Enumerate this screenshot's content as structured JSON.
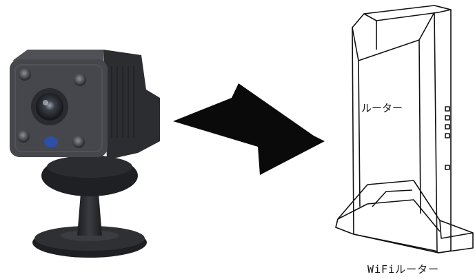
{
  "router": {
    "front_label": "ルーター",
    "caption": "WiFiルーター"
  },
  "icons": {
    "camera": "mini-wifi-camera-image",
    "signal": "lightning-bolt-icon",
    "router": "wifi-router-line-drawing"
  },
  "colors": {
    "background": "#ffffff",
    "bolt": "#0a0a0a",
    "camera_body": "#3a3b3f",
    "camera_front": "#4a4b50",
    "camera_ir_led": "#2d4fa8",
    "router_outline": "#111111"
  }
}
